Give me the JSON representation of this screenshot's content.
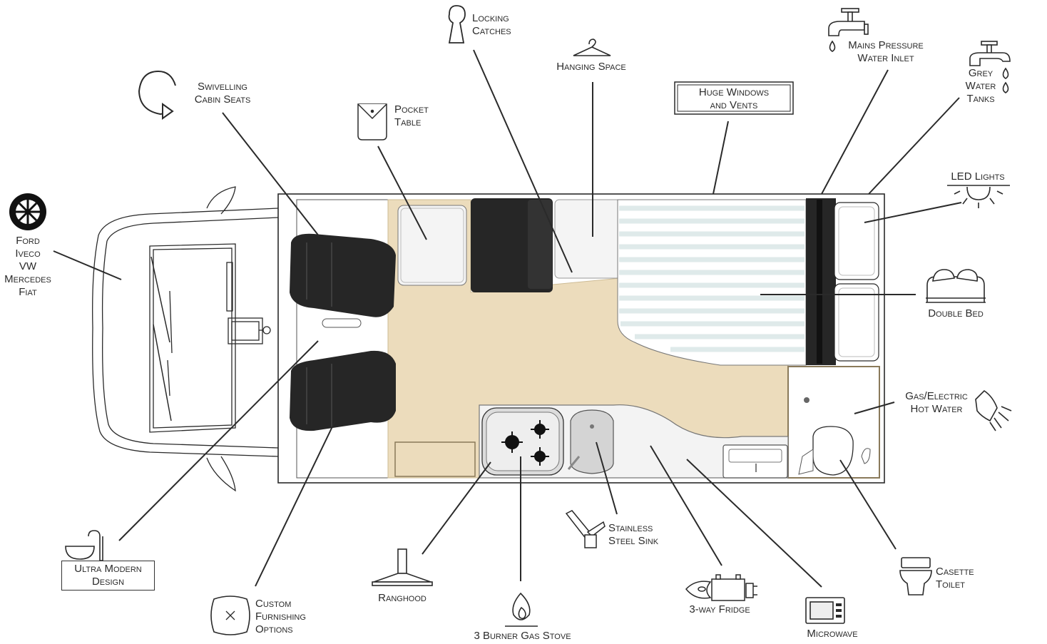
{
  "labels": {
    "swivelling_cabin_seats": [
      "Swivelling",
      "Cabin Seats"
    ],
    "pocket_table": [
      "Pocket",
      "Table"
    ],
    "locking_catches": [
      "Locking",
      "Catches"
    ],
    "hanging_space": "Hanging Space",
    "huge_windows": [
      "Huge Windows",
      "and Vents"
    ],
    "mains_pressure": [
      "Mains Pressure",
      "Water Inlet"
    ],
    "grey_water": [
      "Grey",
      "Water",
      "Tanks"
    ],
    "led_lights": "LED Lights",
    "double_bed": "Double Bed",
    "hot_water": [
      "Gas/Electric",
      "Hot Water"
    ],
    "casette_toilet": [
      "Casette",
      "Toilet"
    ],
    "microwave": "Microwave",
    "fridge": "3-way Fridge",
    "sink": [
      "Stainless",
      "Steel Sink"
    ],
    "stove": "3 Burner Gas Stove",
    "ranghood": "Ranghood",
    "custom_furnishing": [
      "Custom",
      "Furnishing",
      "Options"
    ],
    "ultra_modern": [
      "Ultra Modern",
      "Design"
    ],
    "makes": [
      "Ford",
      "Iveco",
      "VW",
      "Mercedes",
      "Fiat"
    ]
  },
  "colors": {
    "line": "#2a2a2a",
    "floor": "#ecdcbc",
    "seat": "#262626",
    "bed_stripe": "#dfeaea",
    "worktop": "#f3f3f3"
  }
}
